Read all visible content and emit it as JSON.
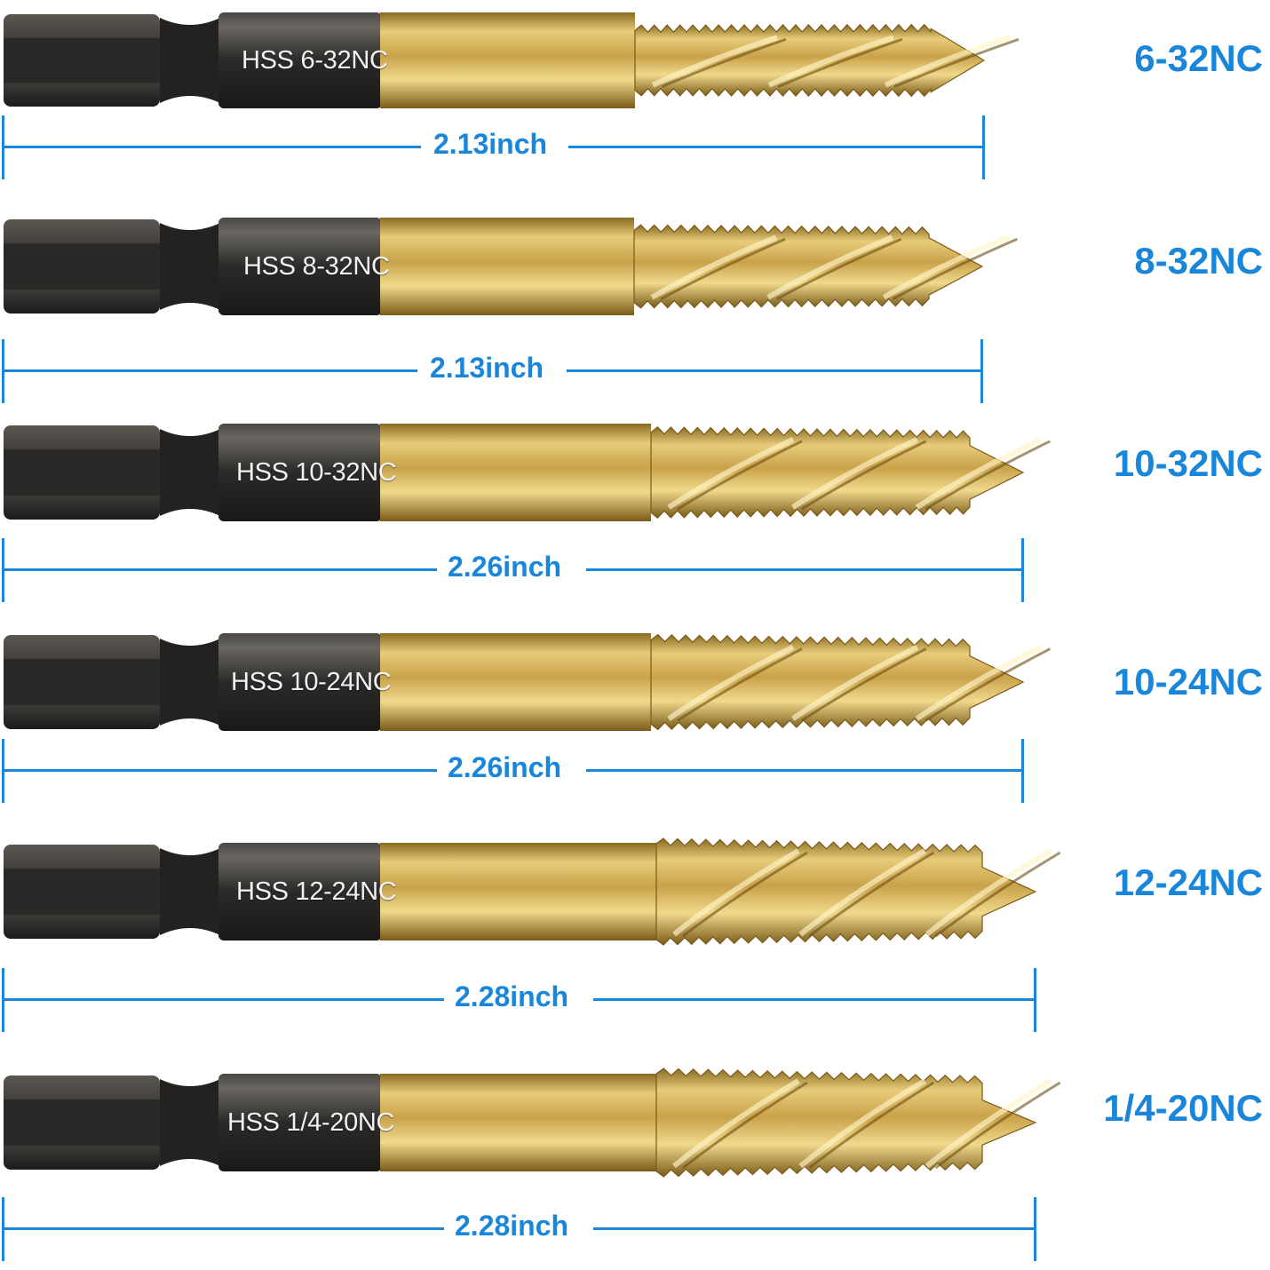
{
  "colors": {
    "dimension_blue": "#1a86d9",
    "shank_dark": "#2b2a28",
    "gold": "#c9a24a"
  },
  "bits": [
    {
      "marking": "HSS 6-32NC",
      "size": "6-32NC",
      "length": "2.13inch"
    },
    {
      "marking": "HSS 8-32NC",
      "size": "8-32NC",
      "length": "2.13inch"
    },
    {
      "marking": "HSS 10-32NC",
      "size": "10-32NC",
      "length": "2.26inch"
    },
    {
      "marking": "HSS 10-24NC",
      "size": "10-24NC",
      "length": "2.26inch"
    },
    {
      "marking": "HSS 12-24NC",
      "size": "12-24NC",
      "length": "2.28inch"
    },
    {
      "marking": "HSS 1/4-20NC",
      "size": "1/4-20NC",
      "length": "2.28inch"
    }
  ]
}
